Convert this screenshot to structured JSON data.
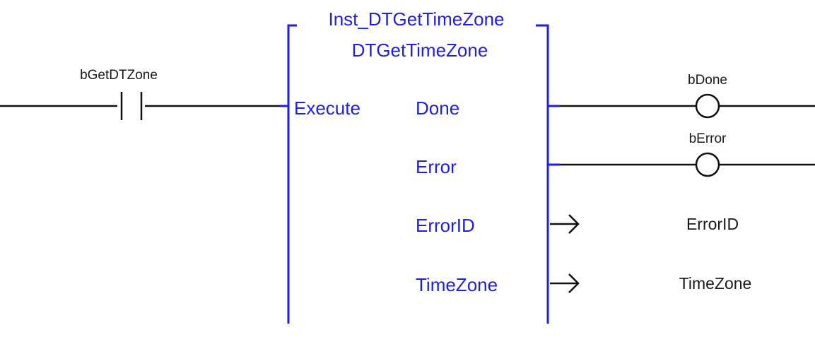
{
  "colors": {
    "block": "#1e1ee6",
    "wire": "#111111",
    "background": "#ffffff"
  },
  "block": {
    "instance_name": "Inst_DTGetTimeZone",
    "type_name": "DTGetTimeZone",
    "inputs": [
      {
        "pin": "Execute",
        "contact_variable": "bGetDTZone"
      }
    ],
    "outputs": [
      {
        "pin": "Done",
        "variable": "bDone",
        "kind": "coil"
      },
      {
        "pin": "Error",
        "variable": "bError",
        "kind": "coil"
      },
      {
        "pin": "ErrorID",
        "variable": "ErrorID",
        "kind": "arrow"
      },
      {
        "pin": "TimeZone",
        "variable": "TimeZone",
        "kind": "arrow"
      }
    ]
  }
}
